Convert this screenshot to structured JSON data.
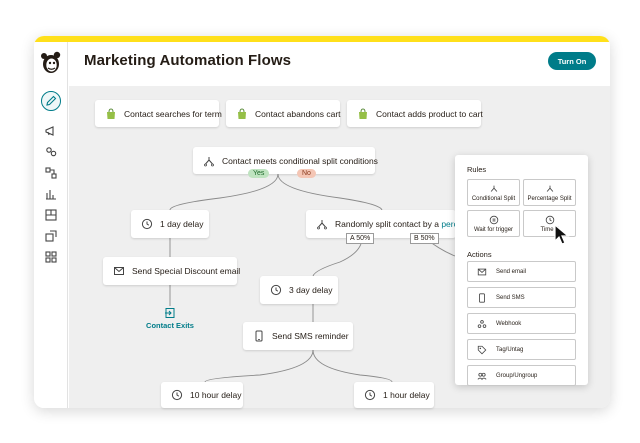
{
  "header": {
    "title": "Marketing Automation Flows",
    "turn_on_label": "Turn On"
  },
  "sidebar": {
    "items": [
      {
        "icon": "pencil-icon",
        "active": true
      },
      {
        "icon": "megaphone-icon"
      },
      {
        "icon": "audience-icon"
      },
      {
        "icon": "automations-icon"
      },
      {
        "icon": "chart-icon"
      },
      {
        "icon": "content-icon"
      },
      {
        "icon": "integrations-icon"
      },
      {
        "icon": "grid-icon"
      }
    ]
  },
  "flow": {
    "triggers": [
      {
        "label": "Contact searches for term",
        "icon": "shopify-bag-icon"
      },
      {
        "label": "Contact abandons cart",
        "icon": "shopify-bag-icon"
      },
      {
        "label": "Contact adds product to cart",
        "icon": "shopify-bag-icon"
      }
    ],
    "split": {
      "label": "Contact meets conditional split conditions",
      "icon": "split-icon",
      "yes": "Yes",
      "no": "No"
    },
    "delay_1": {
      "label": "1 day delay",
      "icon": "clock-icon"
    },
    "random_split": {
      "label_main": "Randomly split contact by a",
      "label_tail": "percen",
      "icon": "split-icon",
      "a": "A 50%",
      "b": "B 50%"
    },
    "email": {
      "label": "Send Special Discount email",
      "icon": "email-icon"
    },
    "exit": {
      "label": "Contact Exits",
      "icon": "exit-icon"
    },
    "delay_3": {
      "label": "3 day delay",
      "icon": "clock-icon"
    },
    "sms": {
      "label": "Send SMS reminder",
      "icon": "phone-icon"
    },
    "delay_10h": {
      "label": "10 hour delay",
      "icon": "clock-icon"
    },
    "delay_1h": {
      "label": "1 hour delay",
      "icon": "clock-icon"
    }
  },
  "panel": {
    "rules_title": "Rules",
    "rules": [
      {
        "label": "Conditional Split",
        "icon": "split-icon"
      },
      {
        "label": "Percentage Split",
        "icon": "split-icon"
      },
      {
        "label": "Wait for trigger",
        "icon": "pause-icon"
      },
      {
        "label": "Time d",
        "icon": "clock-icon"
      }
    ],
    "actions_title": "Actions",
    "actions": [
      {
        "label": "Send email",
        "icon": "email-icon"
      },
      {
        "label": "Send SMS",
        "icon": "phone-icon"
      },
      {
        "label": "Webhook",
        "icon": "webhook-icon"
      },
      {
        "label": "Tag/Untag",
        "icon": "tag-icon"
      },
      {
        "label": "Group/Ungroup",
        "icon": "group-icon"
      }
    ]
  },
  "colors": {
    "accent": "#007c89",
    "yellow": "#ffe01b",
    "canvas": "#efefef",
    "shopify": "#95bf47"
  }
}
